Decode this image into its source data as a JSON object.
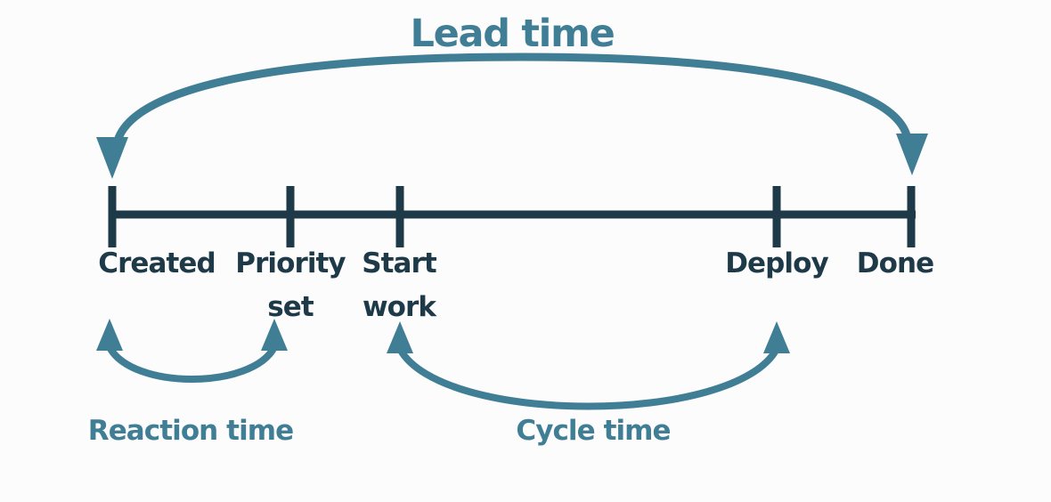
{
  "colors": {
    "teal": "#3f7e94",
    "dark": "#1e3a49",
    "background": "#fcfcfc"
  },
  "timeline": {
    "milestones": [
      {
        "name": "created",
        "lines": [
          "Created"
        ]
      },
      {
        "name": "priority-set",
        "lines": [
          "Priority",
          "set"
        ]
      },
      {
        "name": "start-work",
        "lines": [
          "Start",
          "work"
        ]
      },
      {
        "name": "deploy",
        "lines": [
          "Deploy"
        ]
      },
      {
        "name": "done",
        "lines": [
          "Done"
        ]
      }
    ]
  },
  "spans": {
    "lead": {
      "label": "Lead time",
      "from": "Created",
      "to": "Done"
    },
    "reaction": {
      "label": "Reaction time",
      "from": "Created",
      "to": "Priority set"
    },
    "cycle": {
      "label": "Cycle time",
      "from": "Start work",
      "to": "Deploy"
    }
  }
}
